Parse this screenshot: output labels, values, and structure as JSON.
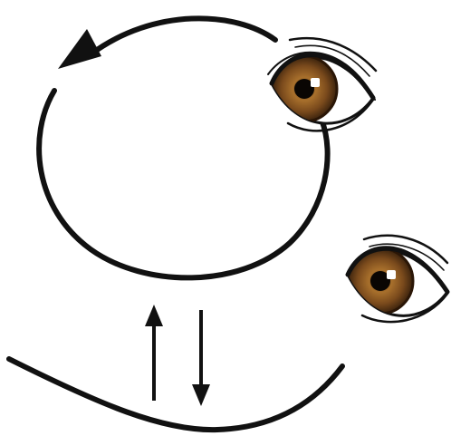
{
  "diagram": {
    "colors": {
      "line": "#111111",
      "iris_outer": "#3a220d",
      "iris_mid": "#7a4a1c",
      "iris_light": "#a8702c",
      "pupil": "#0a0603",
      "eye_white": "#ffffff",
      "highlight": "#ffffff"
    },
    "elements": [
      {
        "name": "cycle-loop",
        "kind": "circular arrow",
        "direction": "counter-clockwise"
      },
      {
        "name": "eye-icon",
        "count": 2,
        "iris_color": "brown"
      },
      {
        "name": "up-arrow-icon"
      },
      {
        "name": "down-arrow-icon"
      },
      {
        "name": "ground-curve"
      }
    ]
  }
}
